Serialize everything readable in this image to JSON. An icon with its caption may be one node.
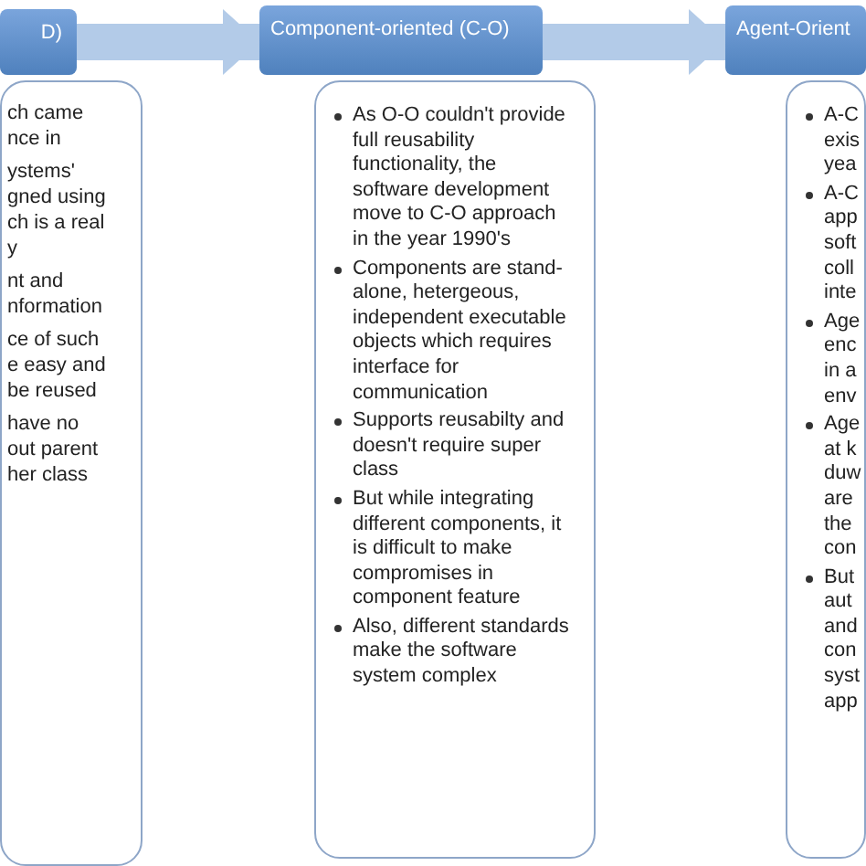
{
  "diagram": {
    "nodes": [
      {
        "text": [
          "D)"
        ]
      },
      {
        "text": [
          "ch came",
          "nce in",
          "ystems'",
          "gned using",
          "ch is a real",
          "y",
          "nt and",
          "nformation",
          "ce of such",
          "e easy and",
          "be reused",
          "have no",
          "out parent",
          "her class"
        ]
      },
      {
        "text": [
          "Component-oriented (C-O)"
        ]
      },
      {
        "text": [
          "As O-O couldn't provide full reusability functionality, the software development move to C-O approach in the year 1990's",
          "Components are stand-alone, hetergeous, independent executable objects which requires interface for communication",
          "Supports reusabilty and doesn't require super class",
          "But while integrating different components, it is difficult to make compromises in component feature",
          "Also, different standards make the software system complex"
        ]
      },
      {
        "text": [
          "Agent-Orient"
        ]
      },
      {
        "text": [
          "A-C exis yea",
          "A-C app soft coll inte",
          "Age enc in a env",
          "Age at k duw are the con",
          "But aut and con syst app"
        ]
      }
    ],
    "edges": [
      {
        "from": 0,
        "to": 2,
        "arrow": "to"
      },
      {
        "from": 2,
        "to": 4,
        "arrow": "to"
      }
    ]
  }
}
